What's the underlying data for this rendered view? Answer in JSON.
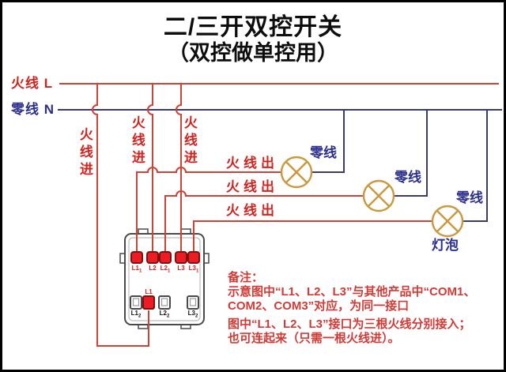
{
  "title": {
    "line1": "二/三开双控开关",
    "line2": "（双控做单控用）"
  },
  "bus": {
    "live_label": "火线 L",
    "neutral_label": "零线 N"
  },
  "wire_labels": {
    "live_in": [
      "火线进",
      "火线进",
      "火线进"
    ],
    "live_out": [
      "火线出",
      "火线出",
      "火线出"
    ],
    "neutral": [
      "零线",
      "零线",
      "零线"
    ],
    "bulb": "灯泡"
  },
  "switch": {
    "top_terminals": [
      {
        "t": "L1",
        "s": "1"
      },
      {
        "t": "L2",
        "s": ""
      },
      {
        "t": "L2",
        "s": "1"
      },
      {
        "t": "L3",
        "s": ""
      },
      {
        "t": "L3",
        "s": "1"
      }
    ],
    "bottom_common_label": "L1",
    "bottom_terminals": [
      {
        "t": "L1",
        "s": "2"
      },
      {
        "t": "L2",
        "s": "2"
      },
      {
        "t": "L3",
        "s": "2"
      }
    ]
  },
  "notes": {
    "heading": "备注：",
    "line1": "示意图中“L1、L2、L3”与其他产品中“COM1、",
    "line2": "COM2、COM3”对应，为同一接口",
    "line3": "图中“L1、L2、L3”接口为三根火线分别接入；",
    "line4": "也可连起来（只需一根火线进）。"
  },
  "colors": {
    "live_wire": "#cc4438",
    "live_text": "#d2231f",
    "neutral_wire": "#3b3b68",
    "neutral_text": "#2b2f8e",
    "lamp_outline": "#c9983f",
    "terminal_red": "#ec1c24",
    "notes_text": "#d43a35",
    "title_text": "#0d0d0d"
  }
}
